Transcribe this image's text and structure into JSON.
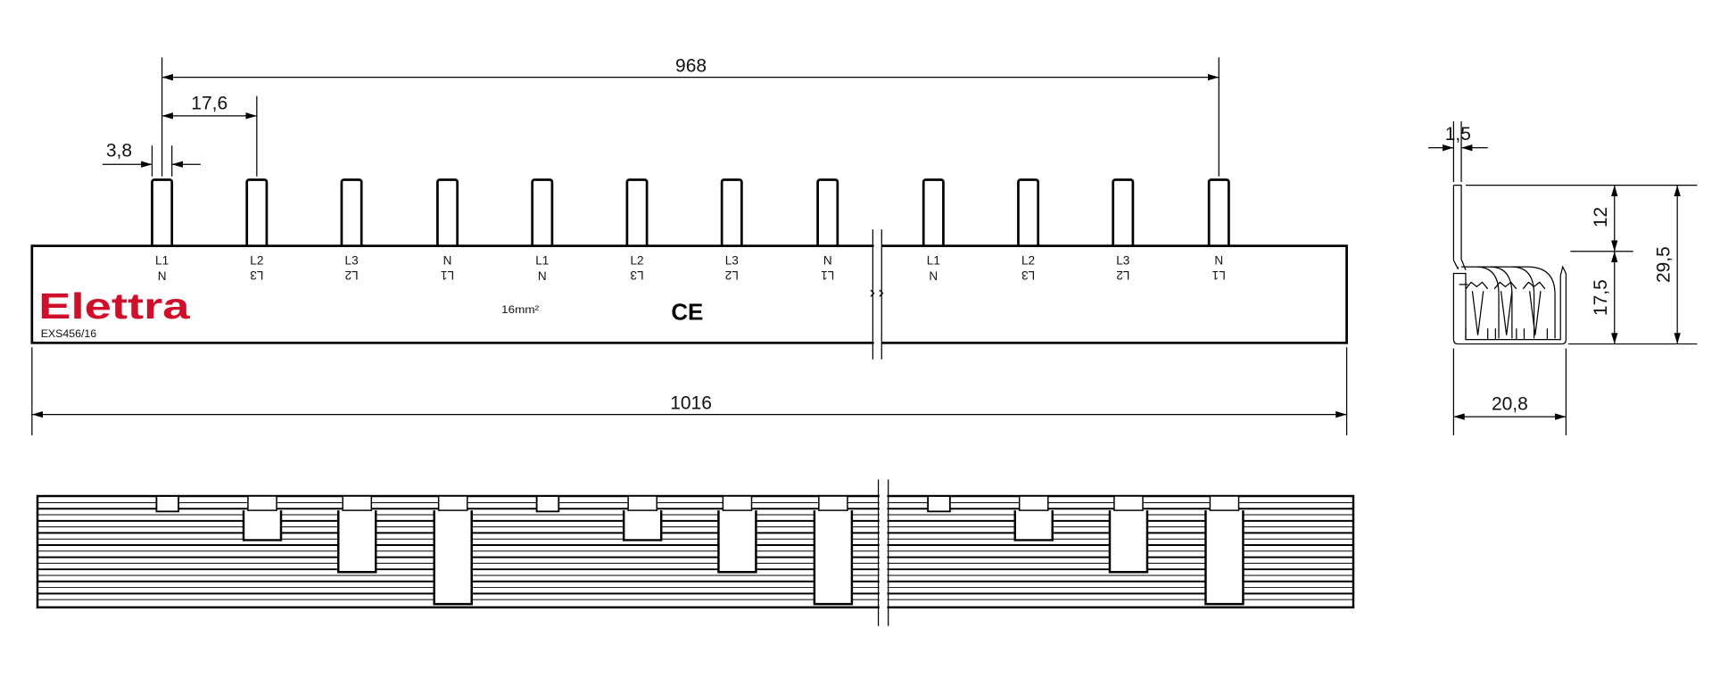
{
  "drawing": {
    "brand": "Elettra",
    "model": "EXS456/16",
    "cross_section": "16mm²",
    "mark": "CE",
    "brand_color": "#d0102a",
    "pin_labels": [
      {
        "top": "L1",
        "bottom": "N",
        "bottom_rotated": false
      },
      {
        "top": "L2",
        "bottom": "L3",
        "bottom_rotated": true
      },
      {
        "top": "L3",
        "bottom": "L2",
        "bottom_rotated": true
      },
      {
        "top": "N",
        "bottom": "L1",
        "bottom_rotated": true
      },
      {
        "top": "L1",
        "bottom": "N",
        "bottom_rotated": false
      },
      {
        "top": "L2",
        "bottom": "L3",
        "bottom_rotated": true
      },
      {
        "top": "L3",
        "bottom": "L2",
        "bottom_rotated": true
      },
      {
        "top": "N",
        "bottom": "L1",
        "bottom_rotated": true
      },
      {
        "top": "L1",
        "bottom": "N",
        "bottom_rotated": false
      },
      {
        "top": "L2",
        "bottom": "L3",
        "bottom_rotated": true
      },
      {
        "top": "L3",
        "bottom": "L2",
        "bottom_rotated": true
      },
      {
        "top": "N",
        "bottom": "L1",
        "bottom_rotated": true
      }
    ]
  },
  "dimensions": {
    "pin_span": "968",
    "pin_pitch": "17,6",
    "pin_width": "3,8",
    "total_length": "1016",
    "pin_thickness": "1,5",
    "pin_height": "12",
    "body_height": "17,5",
    "total_height": "29,5",
    "body_width": "20,8"
  }
}
